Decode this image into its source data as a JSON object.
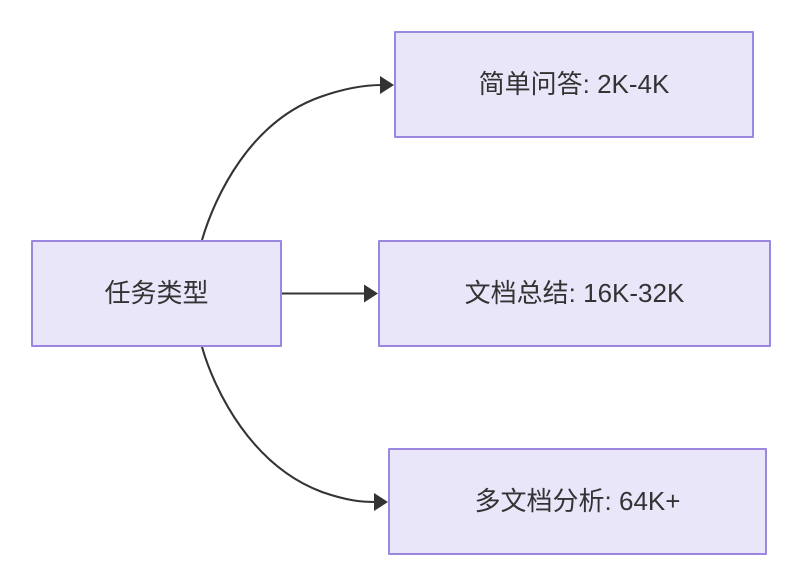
{
  "diagram": {
    "type": "flowchart",
    "direction": "left-to-right",
    "title": "",
    "background_color": "#ffffff",
    "node_fill_color": "#e9e6fa",
    "node_border_color": "#9b87e0",
    "node_text_color": "#333333",
    "edge_color": "#333333",
    "nodes": [
      {
        "id": "root",
        "label": "任务类型",
        "role": "source"
      },
      {
        "id": "simple_qa",
        "label": "简单问答: 2K-4K",
        "role": "target"
      },
      {
        "id": "doc_summary",
        "label": "文档总结: 16K-32K",
        "role": "target"
      },
      {
        "id": "multi_doc",
        "label": "多文档分析: 64K+",
        "role": "target"
      }
    ],
    "edges": [
      {
        "from": "root",
        "to": "simple_qa",
        "label": "",
        "arrowhead": "arrow-icon"
      },
      {
        "from": "root",
        "to": "doc_summary",
        "label": "",
        "arrowhead": "arrow-icon"
      },
      {
        "from": "root",
        "to": "multi_doc",
        "label": "",
        "arrowhead": "arrow-icon"
      }
    ]
  }
}
